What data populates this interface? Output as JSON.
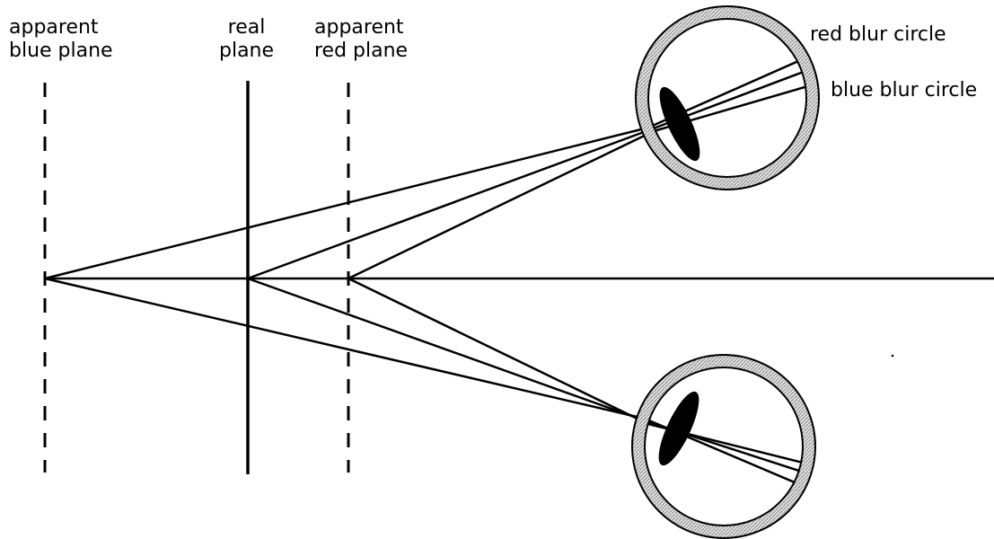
{
  "labels": {
    "apparent_blue_plane": [
      "apparent",
      "blue plane"
    ],
    "real_plane": [
      "real",
      "plane"
    ],
    "apparent_red_plane": [
      "apparent",
      "red plane"
    ],
    "red_blur_circle": "red blur circle",
    "blue_blur_circle": "blue blur circle"
  },
  "colors": {
    "ink": "#000000",
    "eye_ring": "#bdbdbd"
  }
}
